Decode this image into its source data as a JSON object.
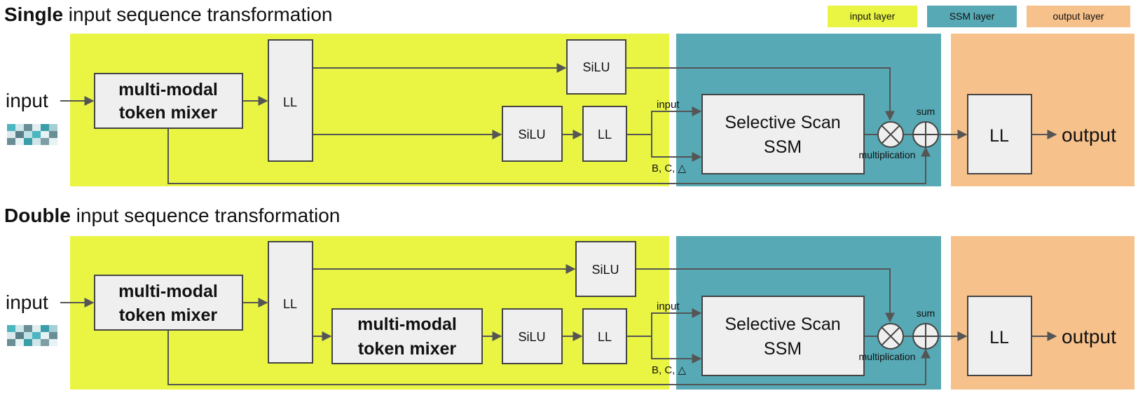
{
  "legend": {
    "input_layer": "input layer",
    "ssm_layer": "SSM layer",
    "output_layer": "output layer"
  },
  "colors": {
    "input_layer": "#e9f542",
    "ssm_layer": "#57a9b5",
    "output_layer": "#f7c18c",
    "box_fill": "#efefef",
    "box_stroke": "#444444",
    "arrow": "#555555"
  },
  "sections": [
    {
      "title_bold": "Single",
      "title_rest": " input sequence transformation",
      "input_label": "input",
      "mixer_line1": "multi-modal",
      "mixer_line2": "token mixer",
      "ll_first": "LL",
      "silu_top": "SiLU",
      "silu_mid": "SiLU",
      "ll_mid": "LL",
      "ssm_input_label": "input",
      "ssm_bcd_label": "B, C, △",
      "ssm_line1": "Selective Scan",
      "ssm_line2": "SSM",
      "sum_label": "sum",
      "mult_label": "multiplication",
      "ll_out": "LL",
      "output_label": "output"
    },
    {
      "title_bold": "Double",
      "title_rest": " input sequence transformation",
      "input_label": "input",
      "mixer_line1": "multi-modal",
      "mixer_line2": "token mixer",
      "ll_first": "LL",
      "mixer2_line1": "multi-modal",
      "mixer2_line2": "token mixer",
      "silu_top": "SiLU",
      "silu_mid": "SiLU",
      "ll_mid": "LL",
      "ssm_input_label": "input",
      "ssm_bcd_label": "B, C, △",
      "ssm_line1": "Selective Scan",
      "ssm_line2": "SSM",
      "sum_label": "sum",
      "mult_label": "multiplication",
      "ll_out": "LL",
      "output_label": "output"
    }
  ]
}
